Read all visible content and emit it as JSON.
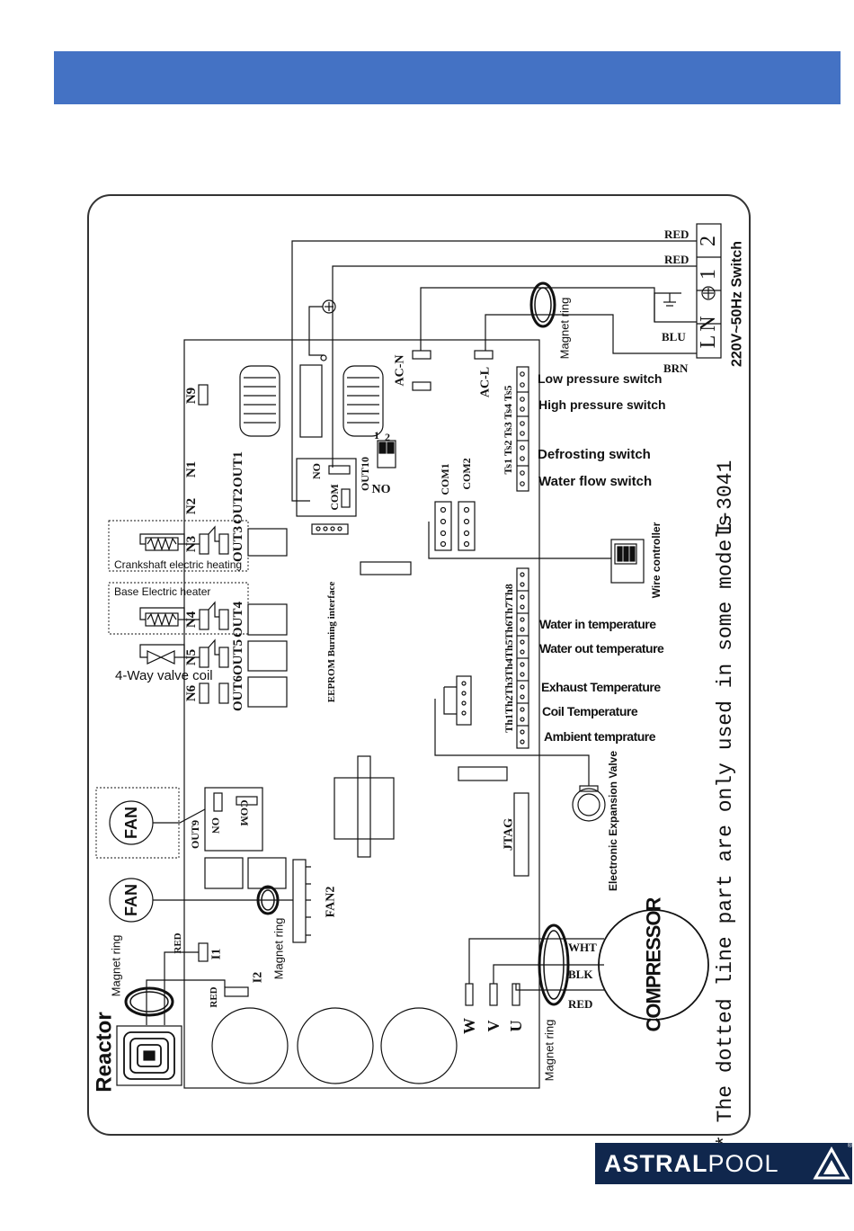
{
  "brand": {
    "logo_bold": "ASTRAL",
    "logo_light": "POOL",
    "registered": "®"
  },
  "power": {
    "wires": {
      "red1": "RED",
      "red2": "RED",
      "blu": "BLU",
      "brn": "BRN"
    },
    "terminals": {
      "t2": "2",
      "t1": "1",
      "n": "N",
      "l": "L"
    },
    "switch_label": "220V~50Hz Switch"
  },
  "board": {
    "ac_n": "AC-N",
    "ac_l": "AC-L",
    "n9": "N9",
    "n1": "N1",
    "n2": "N2",
    "n3": "N3",
    "n4": "N4",
    "n5": "N5",
    "n6": "N6",
    "out1": "OUT1",
    "out2": "OUT2",
    "out3": "OUT3",
    "out4": "OUT4",
    "out5": "OUT5",
    "out6": "OUT6",
    "relay_no": "NO",
    "relay_com": "COM",
    "out10": "OUT10",
    "out10_no": "NO",
    "dip1": "1",
    "dip2": "2",
    "com1": "COM1",
    "com2": "COM2",
    "eeprom": "EEPROM Burning interface",
    "out9": "OUT9",
    "out9_on": "ON",
    "out9_com": "COM",
    "fan2": "FAN2",
    "jtag": "JTAG",
    "i1": "I1",
    "i2": "I2",
    "i_red1": "RED",
    "i_red2": "RED",
    "w": "W",
    "v": "V",
    "u": "U"
  },
  "ts": {
    "header": "Ts1 Ts2 Ts3 Ts4 Ts5",
    "items": [
      "Low pressure switch",
      "High pressure switch",
      "Defrosting switch",
      "Water flow switch"
    ]
  },
  "th": {
    "header": "Th1Th2Th3Th4Th5Th6Th7Th8",
    "items": [
      "Water in temperature",
      "Water out temperature",
      "Exhaust Temperature",
      "Coil Temperature",
      "Ambient temprature"
    ]
  },
  "components": {
    "wire_controller": "Wire controller",
    "eev": "Electronic Expansion Valve",
    "crankshaft": "Crankshaft electric heating",
    "base_heater": "Base Electric heater",
    "four_way": "4-Way valve coil",
    "fan_top": "FAN",
    "fan_bottom": "FAN",
    "reactor": "Reactor",
    "compressor": "COMPRESSOR",
    "comp_wht": "WHT",
    "comp_blk": "BLK",
    "comp_red": "RED",
    "magnet_ring": "Magnet ring"
  },
  "notes": {
    "model": "I-3041",
    "dotted": "* The dotted line part are only used in some models"
  }
}
